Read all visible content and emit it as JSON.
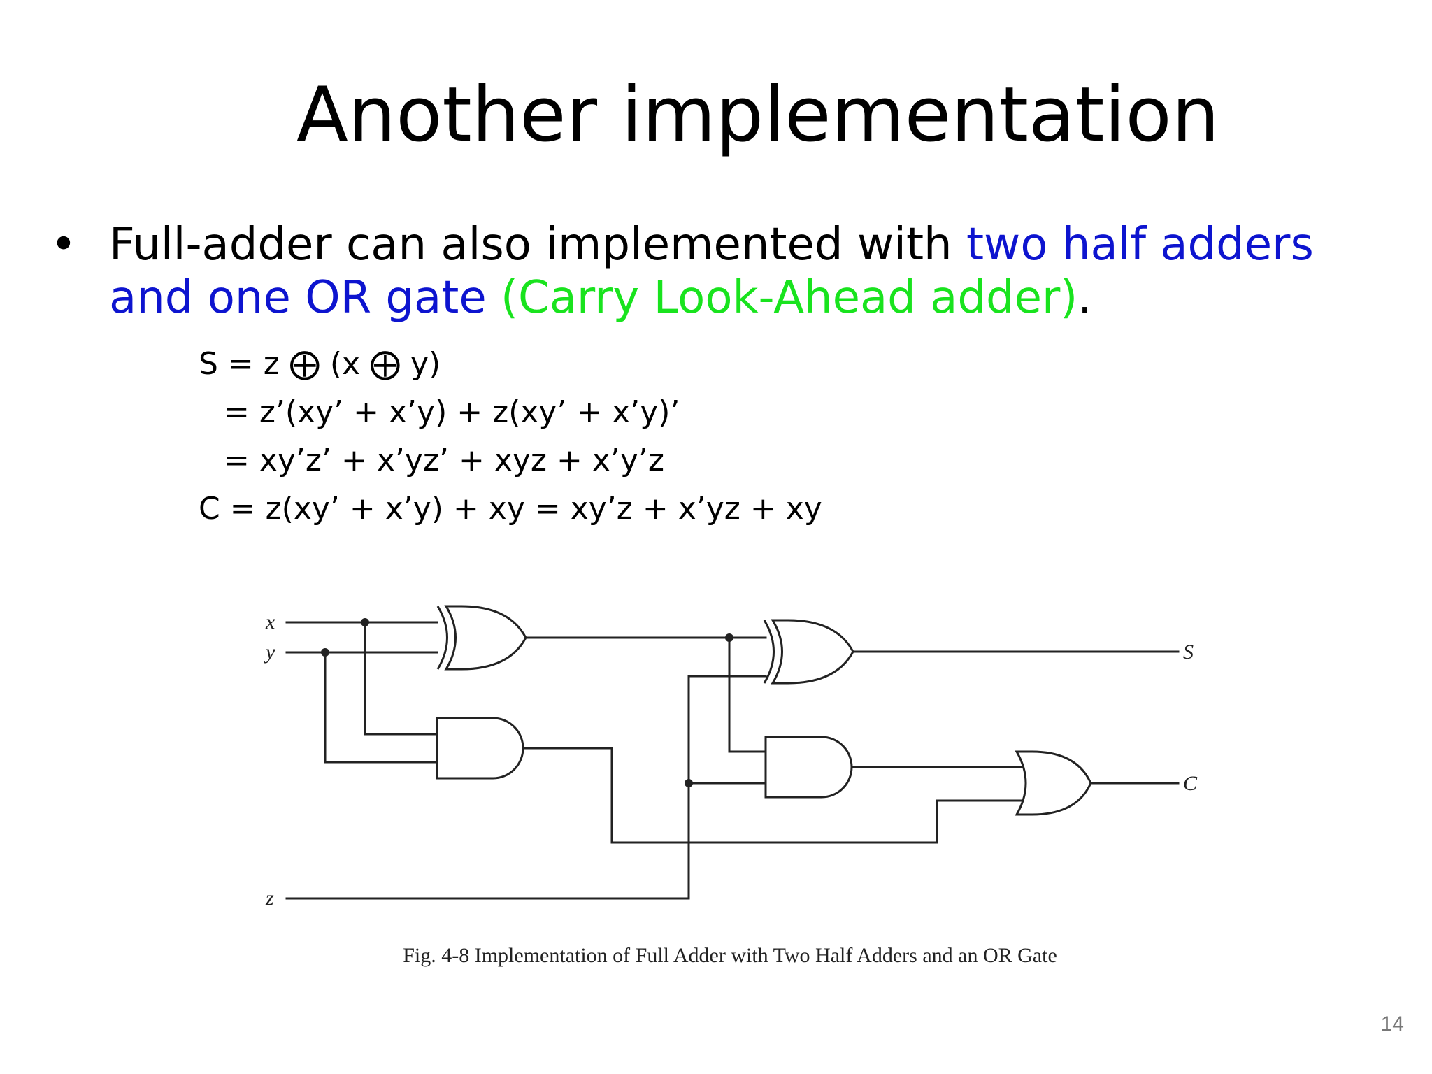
{
  "slide": {
    "title": "Another implementation",
    "bullet": {
      "marker": "•",
      "text_black_1": "Full-adder can also implemented with ",
      "text_blue": "two half adders and one OR gate",
      "text_space": " ",
      "text_green": "(Carry Look-Ahead adder)",
      "text_black_2": "."
    },
    "equations": [
      "S = z ⨁ (x ⨁ y)",
      "= z’(xy’ + x’y) + z(xy’ + x’y)’",
      "= xy’z’ + x’yz’ + xyz + x’y’z",
      "C = z(xy’ + x’y) + xy = xy’z + x’yz + xy"
    ],
    "figure": {
      "input_labels": {
        "x": "x",
        "y": "y",
        "z": "z"
      },
      "output_labels": {
        "s": "S",
        "c": "C"
      },
      "caption": "Fig. 4-8  Implementation of Full Adder with Two Half Adders and an OR Gate"
    },
    "page_number": "14"
  },
  "colors": {
    "blue_text": "#0d14cf",
    "green_text": "#19e31e"
  }
}
